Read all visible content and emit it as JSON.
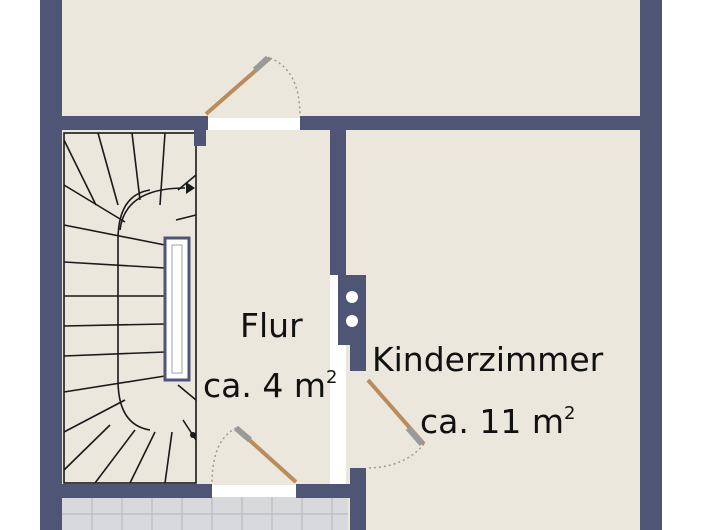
{
  "colors": {
    "floor": "#ebe7dc",
    "wall": "#4f5575",
    "door": "#b98c5c",
    "tile": "#d7d9dc",
    "stair_line": "#1a1a1a",
    "label": "#111111"
  },
  "rooms": {
    "flur": {
      "name": "Flur",
      "area": "ca. 4 m",
      "unit_sup": "2"
    },
    "kinderzimmer": {
      "name": "Kinderzimmer",
      "area": "ca. 11 m",
      "unit_sup": "2"
    }
  }
}
